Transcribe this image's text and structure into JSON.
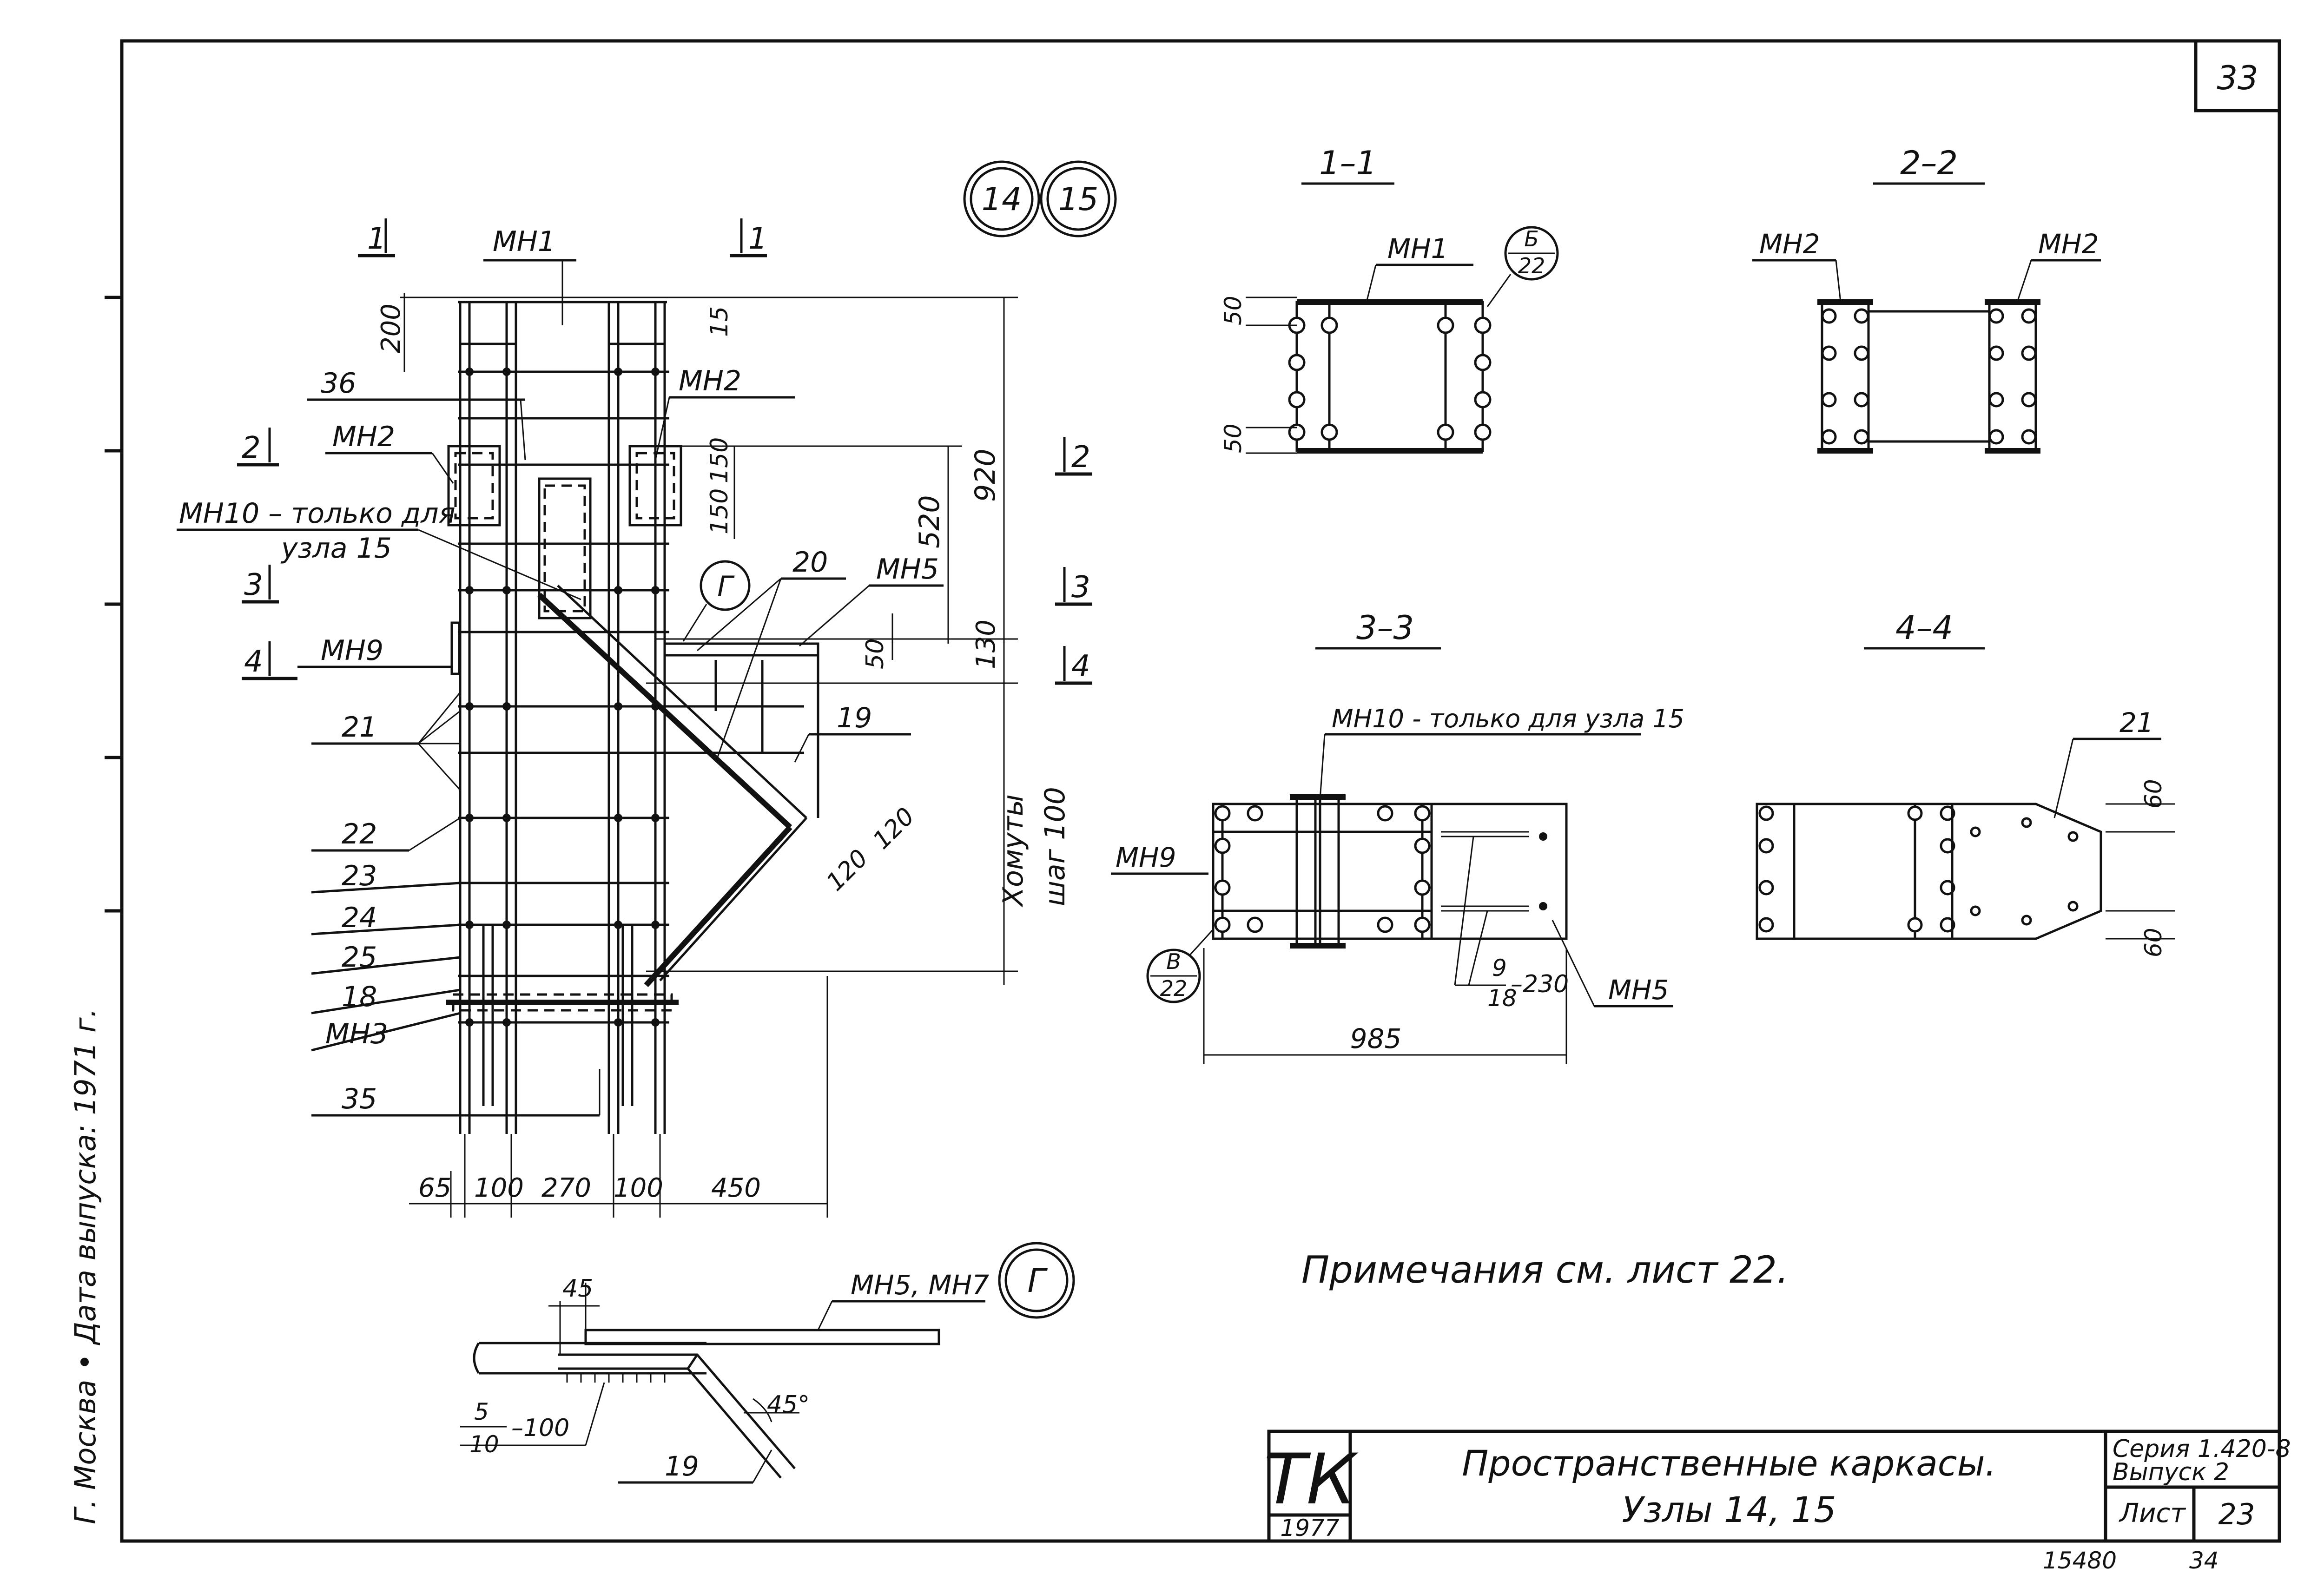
{
  "sheet": {
    "sheet_no": "33",
    "notes": "Примечания  см.  лист 22.",
    "bottom_code": "15480",
    "bottom_page": "34",
    "side_text": "Г. Москва   •   Дата выпуска:  1971 г."
  },
  "title_block": {
    "logo": "ТК",
    "year": "1977",
    "title_line1": "Пространственные  каркасы.",
    "title_line2": "Узлы  14, 15",
    "series": "Серия 1.420-8",
    "issue": "Выпуск 2",
    "sheet_label": "Лист",
    "sheet_value": "23"
  },
  "node_markers": [
    "14",
    "15"
  ],
  "main_view": {
    "labels": {
      "mn1": "МН1",
      "mn2": "МН2",
      "mn2b": "МН2",
      "mn10": "МН10 – только для",
      "mn10b": "узла 15",
      "mn9": "МН9",
      "mn5": "МН5",
      "mn3": "МН3",
      "g": "Г",
      "r36": "36",
      "r21": "21",
      "r22": "22",
      "r23": "23",
      "r24": "24",
      "r25": "25",
      "r18": "18",
      "r35": "35",
      "r20": "20",
      "r19": "19",
      "homuty": "Хомуты",
      "shag": "шаг 100"
    },
    "cuts": {
      "c1": "1",
      "c2": "2",
      "c3": "3",
      "c4": "4"
    },
    "dims": {
      "d200": "200",
      "d15": "15",
      "d150a": "150",
      "d150b": "150",
      "d920": "920",
      "d520": "520",
      "d50": "50",
      "d130": "130",
      "d120a": "120",
      "d120b": "120",
      "b65": "65",
      "b100a": "100",
      "b270": "270",
      "b100b": "100",
      "b450": "450"
    }
  },
  "sections": {
    "s11": {
      "title": "1–1",
      "mn1": "МН1",
      "ref_top": "Б",
      "ref_bot": "22",
      "d50a": "50",
      "d50b": "50"
    },
    "s22": {
      "title": "2–2",
      "mn2a": "МН2",
      "mn2b": "МН2"
    },
    "s33": {
      "title": "3–3",
      "mn10": "МН10 - только для узла 15",
      "mn9": "МН9",
      "mn5": "МН5",
      "ref_top": "В",
      "ref_bot": "22",
      "weld_top": "9",
      "weld_bot": "18",
      "weld_len": "–230",
      "d985": "985"
    },
    "s44": {
      "title": "4–4",
      "r21": "21",
      "d60a": "60",
      "d60b": "60"
    }
  },
  "detail_g": {
    "marker": "Г",
    "d45": "45",
    "mn5mn7": "МН5, МН7",
    "weld_top": "5",
    "weld_bot": "10",
    "weld_len": "–100",
    "r19": "19",
    "angle": "45°"
  }
}
